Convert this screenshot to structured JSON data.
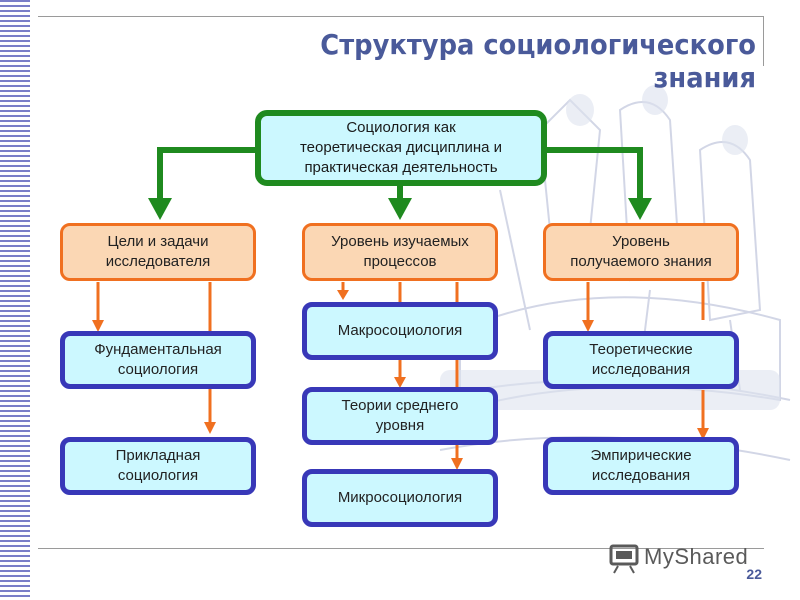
{
  "slide": {
    "title": "Структура социологического знания",
    "number": "22"
  },
  "logo": {
    "text": "MyShared"
  },
  "diagram": {
    "root": "Социология как\nтеоретическая дисциплина и\nпрактическая деятельность",
    "categories": [
      {
        "label": "Цели и задачи\nисследователя",
        "children": [
          "Фундаментальная\nсоциология",
          "Прикладная\nсоциология"
        ]
      },
      {
        "label": "Уровень изучаемых\nпроцессов",
        "children": [
          "Макросоциология",
          "Теории среднего\nуровня",
          "Микросоциология"
        ]
      },
      {
        "label": "Уровень\nполучаемого знания",
        "children": [
          "Теоретические\nисследования",
          "Эмпирические\nисследования"
        ]
      }
    ]
  },
  "colors": {
    "root_border": "#1f8a1f",
    "category_border": "#f07020",
    "category_fill": "#fbd7b4",
    "leaf_border": "#3838b8",
    "leaf_fill": "#ccf8ff",
    "title": "#4a5a9a"
  }
}
